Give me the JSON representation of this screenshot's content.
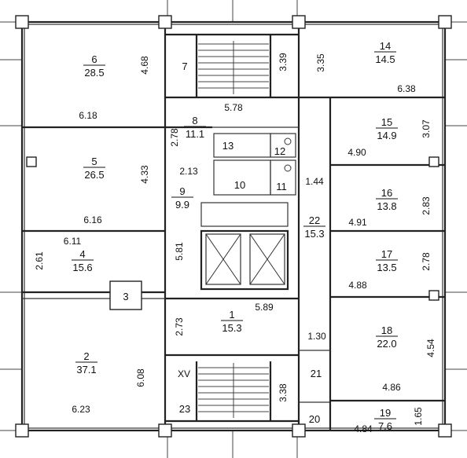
{
  "plan": {
    "axis_label": "XV",
    "rooms": [
      {
        "id": "room-1",
        "number": "1",
        "area": "15.3"
      },
      {
        "id": "room-2",
        "number": "2",
        "area": "37.1"
      },
      {
        "id": "room-3",
        "number": "3",
        "area": ""
      },
      {
        "id": "room-4",
        "number": "4",
        "area": "15.6"
      },
      {
        "id": "room-5",
        "number": "5",
        "area": "26.5"
      },
      {
        "id": "room-6",
        "number": "6",
        "area": "28.5"
      },
      {
        "id": "room-7",
        "number": "7",
        "area": ""
      },
      {
        "id": "room-8",
        "number": "8",
        "area": "11.1"
      },
      {
        "id": "room-9",
        "number": "9",
        "area": "9.9"
      },
      {
        "id": "room-10",
        "number": "10",
        "area": ""
      },
      {
        "id": "room-11",
        "number": "11",
        "area": ""
      },
      {
        "id": "room-12",
        "number": "12",
        "area": ""
      },
      {
        "id": "room-13",
        "number": "13",
        "area": ""
      },
      {
        "id": "room-14",
        "number": "14",
        "area": "14.5"
      },
      {
        "id": "room-15",
        "number": "15",
        "area": "14.9"
      },
      {
        "id": "room-16",
        "number": "16",
        "area": "13.8"
      },
      {
        "id": "room-17",
        "number": "17",
        "area": "13.5"
      },
      {
        "id": "room-18",
        "number": "18",
        "area": "22.0"
      },
      {
        "id": "room-19",
        "number": "19",
        "area": "7.6"
      },
      {
        "id": "room-20",
        "number": "20",
        "area": ""
      },
      {
        "id": "room-21",
        "number": "21",
        "area": ""
      },
      {
        "id": "room-22",
        "number": "22",
        "area": "15.3"
      },
      {
        "id": "room-23",
        "number": "23",
        "area": ""
      }
    ],
    "dimensions": [
      {
        "id": "dim-468",
        "text": "4.68"
      },
      {
        "id": "dim-618",
        "text": "6.18"
      },
      {
        "id": "dim-433",
        "text": "4.33"
      },
      {
        "id": "dim-616",
        "text": "6.16"
      },
      {
        "id": "dim-611",
        "text": "6.11"
      },
      {
        "id": "dim-261",
        "text": "2.61"
      },
      {
        "id": "dim-581",
        "text": "5.81"
      },
      {
        "id": "dim-608",
        "text": "6.08"
      },
      {
        "id": "dim-623",
        "text": "6.23"
      },
      {
        "id": "dim-339",
        "text": "3.39"
      },
      {
        "id": "dim-335",
        "text": "3.35"
      },
      {
        "id": "dim-638",
        "text": "6.38"
      },
      {
        "id": "dim-578",
        "text": "5.78"
      },
      {
        "id": "dim-278",
        "text": "2.78"
      },
      {
        "id": "dim-213",
        "text": "2.13"
      },
      {
        "id": "dim-307",
        "text": "3.07"
      },
      {
        "id": "dim-490",
        "text": "4.90"
      },
      {
        "id": "dim-144",
        "text": "1.44"
      },
      {
        "id": "dim-283",
        "text": "2.83"
      },
      {
        "id": "dim-491",
        "text": "4.91"
      },
      {
        "id": "dim-278b",
        "text": "2.78"
      },
      {
        "id": "dim-488",
        "text": "4.88"
      },
      {
        "id": "dim-589",
        "text": "5.89"
      },
      {
        "id": "dim-273",
        "text": "2.73"
      },
      {
        "id": "dim-130",
        "text": "1.30"
      },
      {
        "id": "dim-454",
        "text": "4.54"
      },
      {
        "id": "dim-486",
        "text": "4.86"
      },
      {
        "id": "dim-338",
        "text": "3.38"
      },
      {
        "id": "dim-484",
        "text": "4.84"
      },
      {
        "id": "dim-165",
        "text": "1.65"
      }
    ]
  }
}
